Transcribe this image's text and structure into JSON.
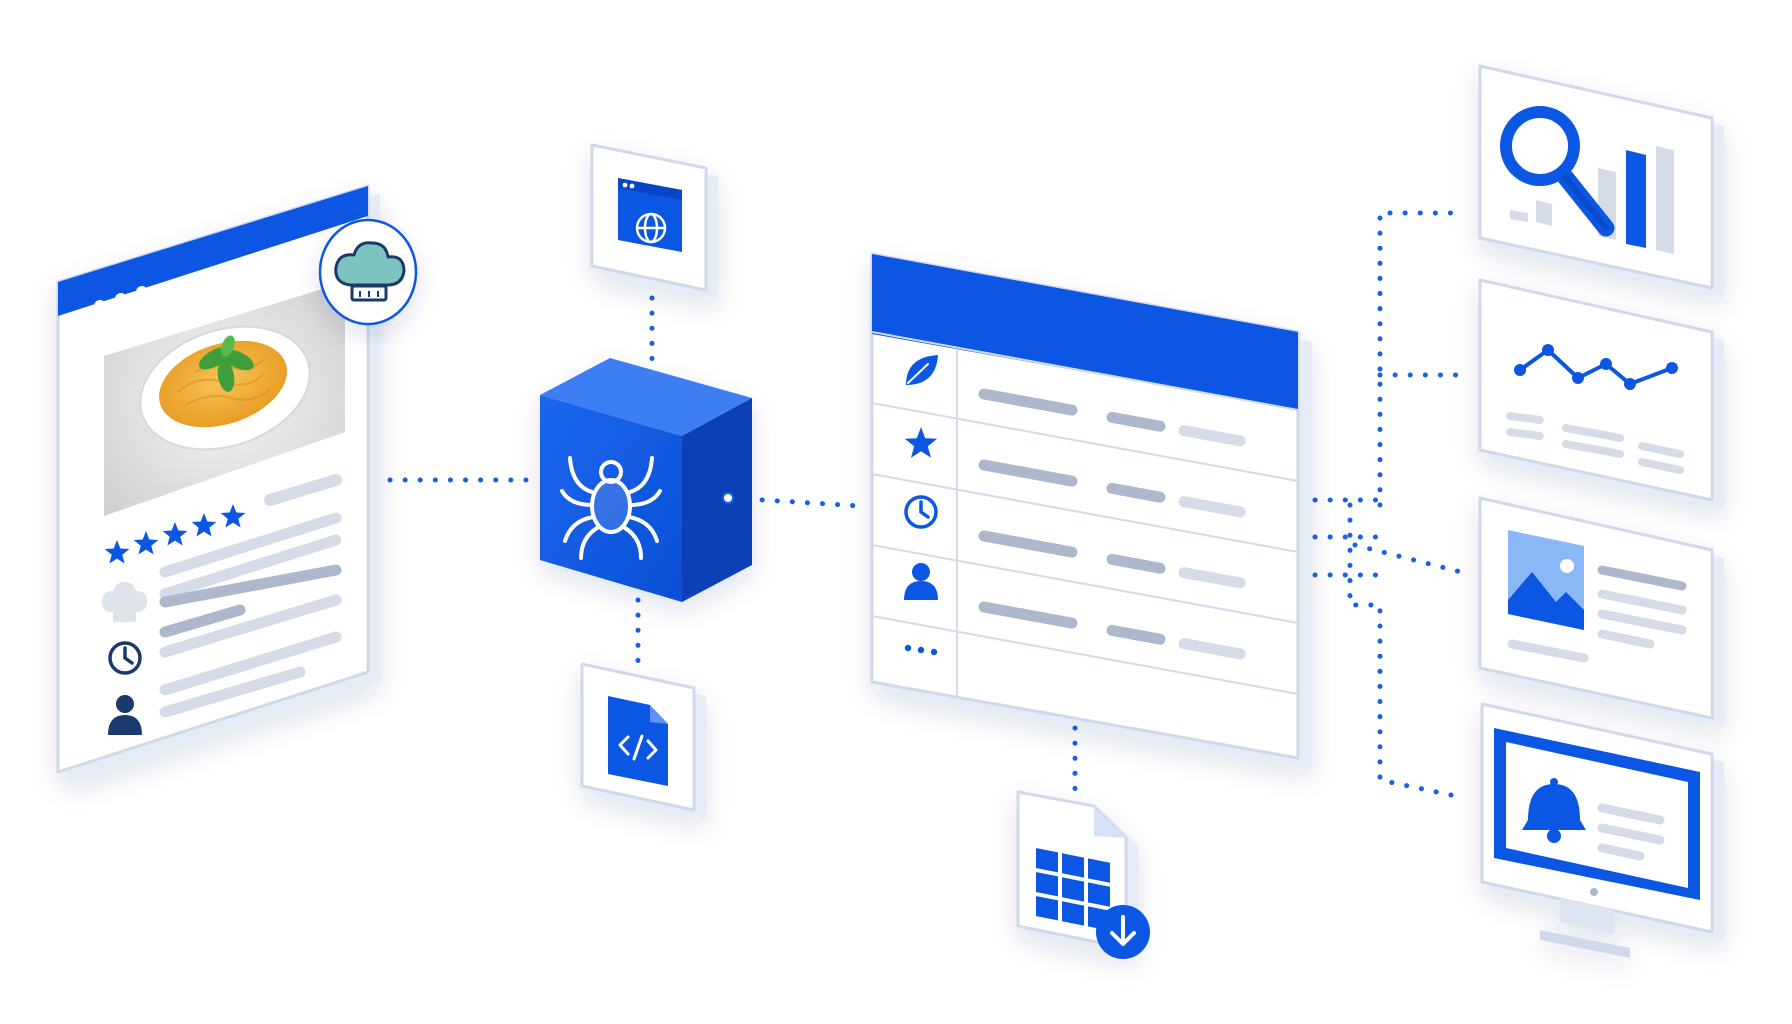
{
  "colors": {
    "primary": "#0b57e3",
    "primary_dark": "#0845c4",
    "primary_light": "#5d93f5",
    "sky": "#8ab8f7",
    "line": "#1a5fe6",
    "panel_fill": "#ffffff",
    "panel_edge": "#cfd9ea",
    "panel_side": "#e9eef7",
    "bar_gray": "#aeb8cc",
    "bar_light": "#d5dbe7",
    "chef_teal": "#7dc4c0",
    "chef_navy": "#1a3a6b",
    "pasta": "#f0a930",
    "basil": "#3f9e3a",
    "photo_bg": "#d6d6d6"
  },
  "source_page": {
    "rating_stars": 5,
    "row_icons": [
      "star-icon",
      "chef-hat-icon",
      "clock-icon",
      "user-icon"
    ]
  },
  "scraper": {
    "inputs": [
      "web-page-icon",
      "code-file-icon"
    ],
    "core_icon": "spider-icon"
  },
  "data_table": {
    "row_icons": [
      "leaf-icon",
      "star-icon",
      "clock-icon",
      "user-icon",
      "more-dots-icon"
    ],
    "export_icon": "spreadsheet-download-icon"
  },
  "outputs": [
    {
      "id": "seo-analytics",
      "icon": "magnifier-bar-chart-icon"
    },
    {
      "id": "trend-chart",
      "icon": "line-chart-icon"
    },
    {
      "id": "content-card",
      "icon": "image-card-icon"
    },
    {
      "id": "alert-monitor",
      "icon": "bell-monitor-icon"
    }
  ]
}
